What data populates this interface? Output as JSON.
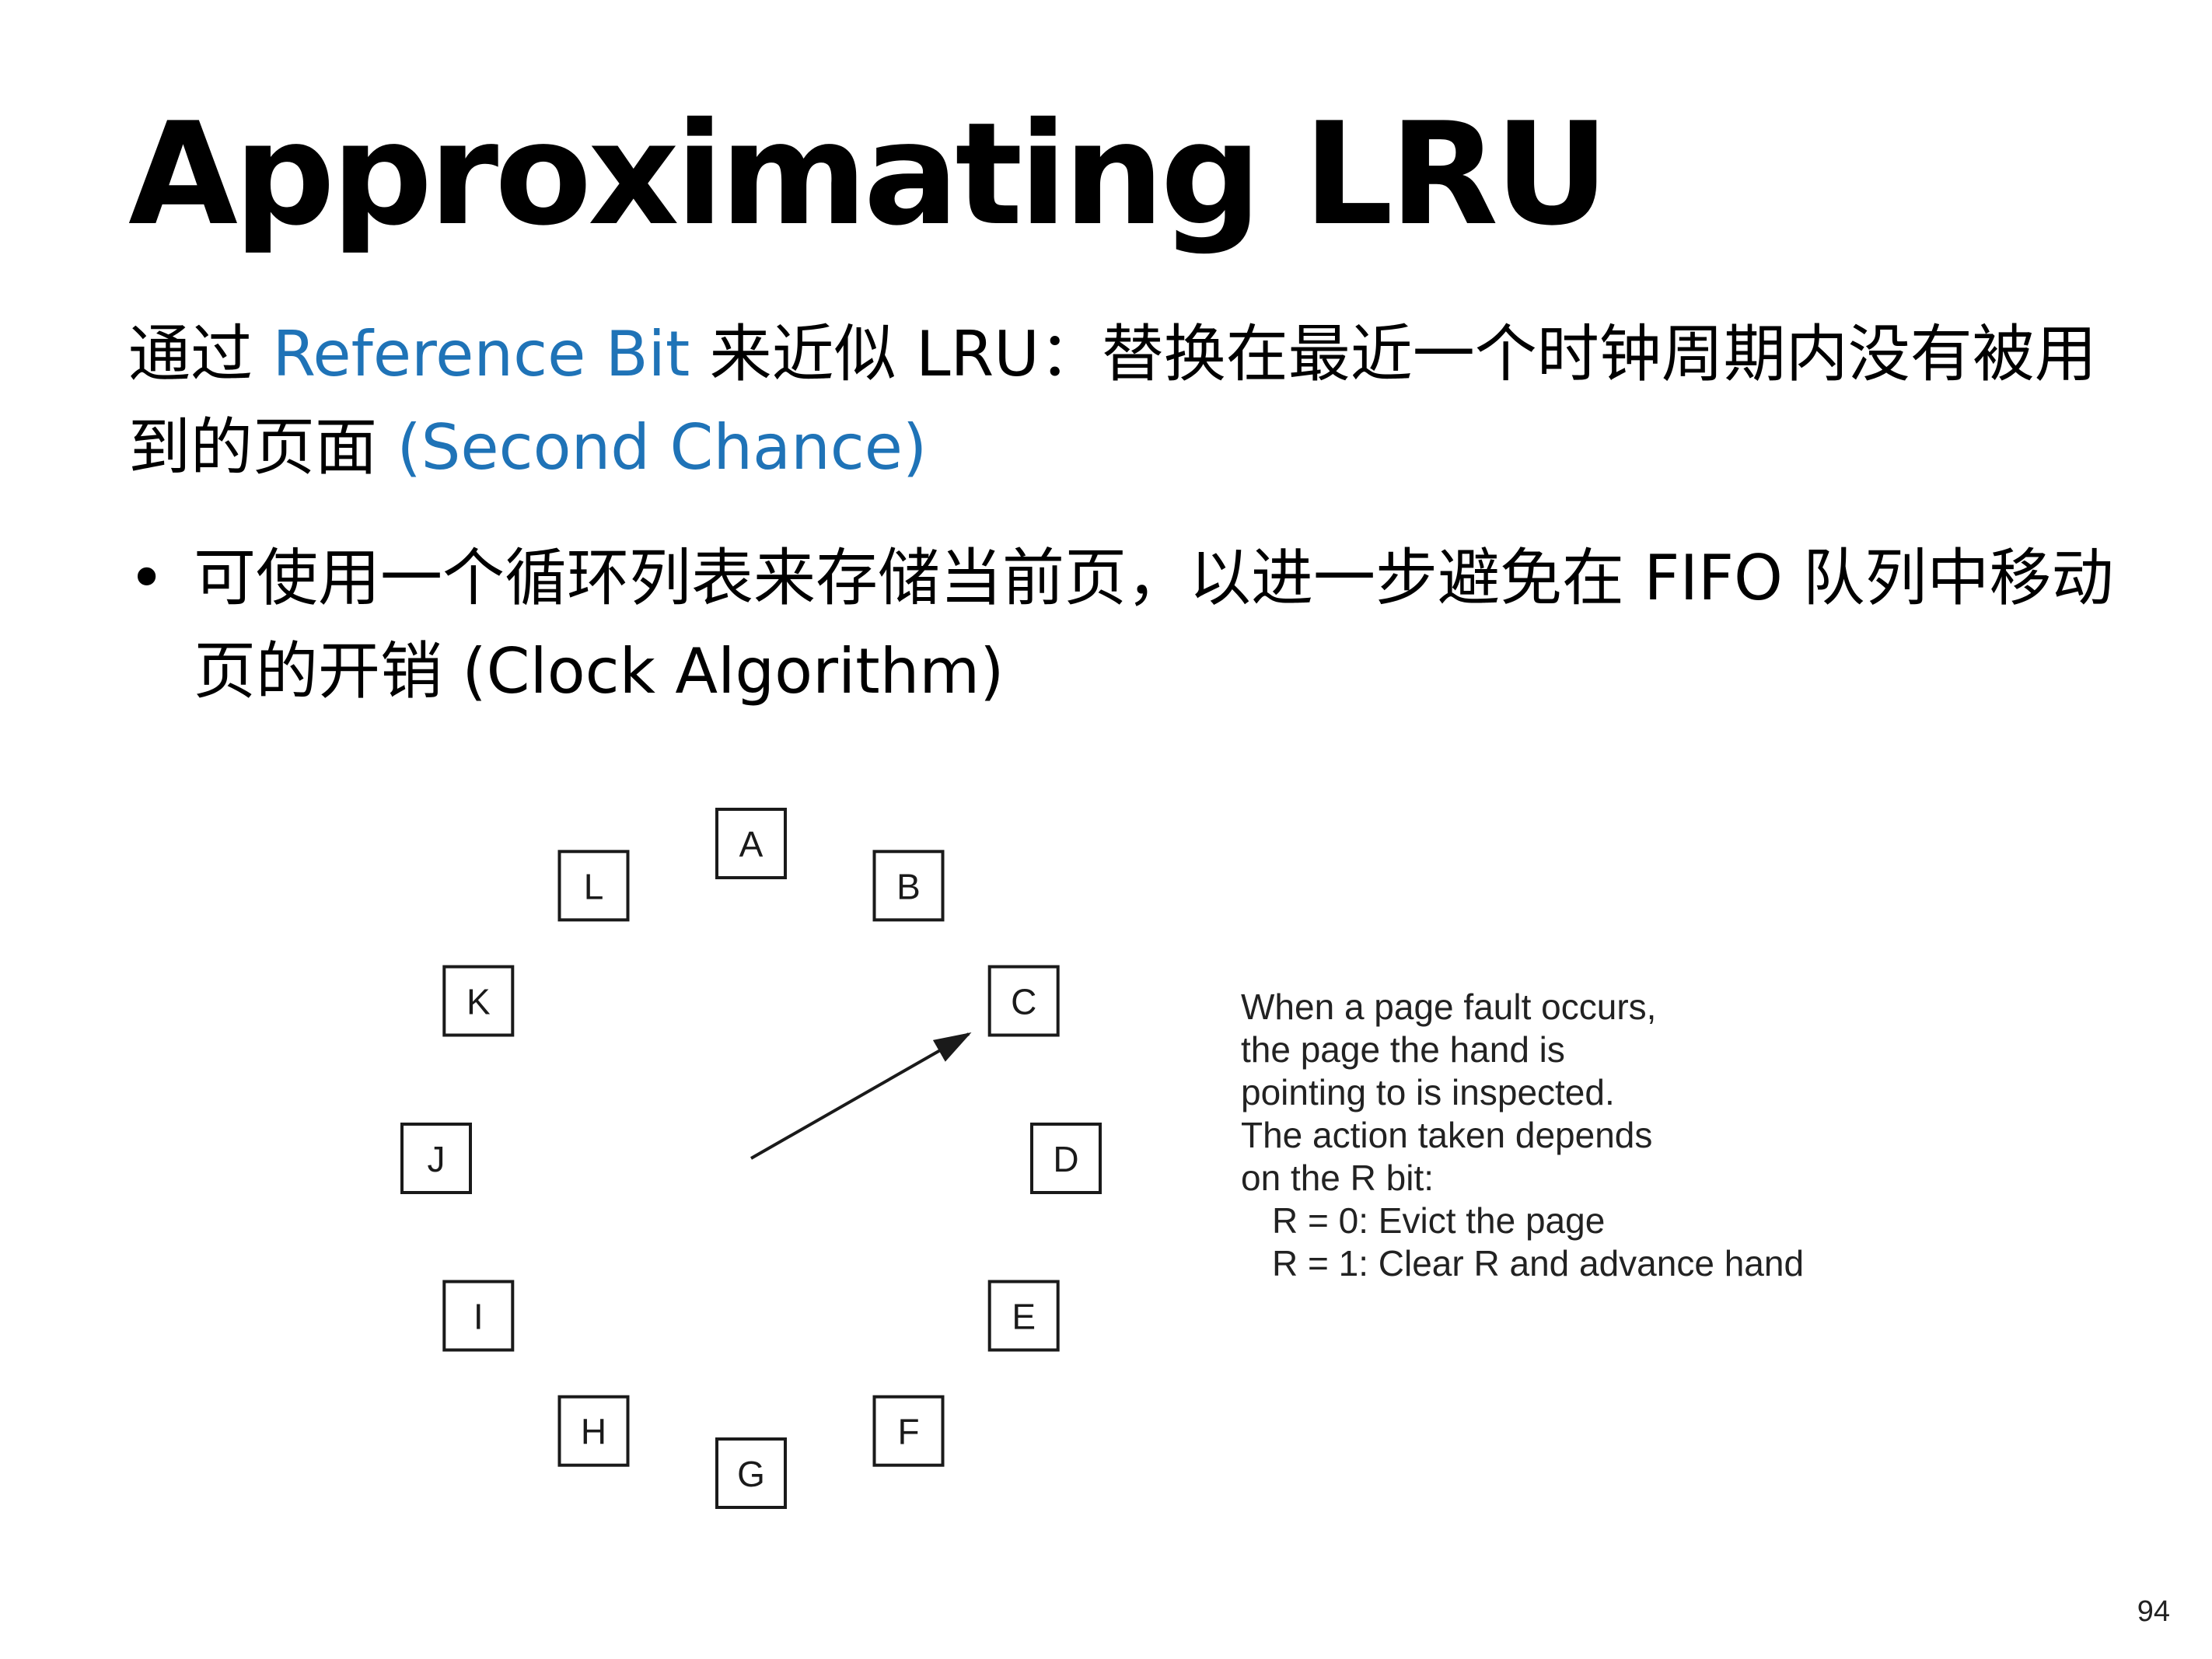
{
  "slide": {
    "title": "Approximating LRU",
    "page_number": "94"
  },
  "intro": {
    "prefix": "通过 ",
    "term": "Reference Bit",
    "body": " 来近似 LRU：替换在最近一个时钟周期内没有被用到的页面 ",
    "term2": "(Second Chance)"
  },
  "bullet": {
    "marker": "•",
    "text": "可使用一个循环列表来存储当前页，以进一步避免在 FIFO 队列中移动页的开销 (Clock Algorithm)"
  },
  "diagram": {
    "pages": [
      "A",
      "B",
      "C",
      "D",
      "E",
      "F",
      "G",
      "H",
      "I",
      "J",
      "K",
      "L"
    ],
    "hand_points_to": "C",
    "note_lines": [
      "When a page fault occurs,",
      "the page the hand is",
      "pointing to is inspected.",
      "The action taken depends",
      "on the R bit:",
      "R = 0: Evict the page",
      "R = 1: Clear R and advance hand"
    ]
  },
  "colors": {
    "accent": "#1f73b7",
    "text": "#000000",
    "diagram_stroke": "#1a1a1a"
  }
}
